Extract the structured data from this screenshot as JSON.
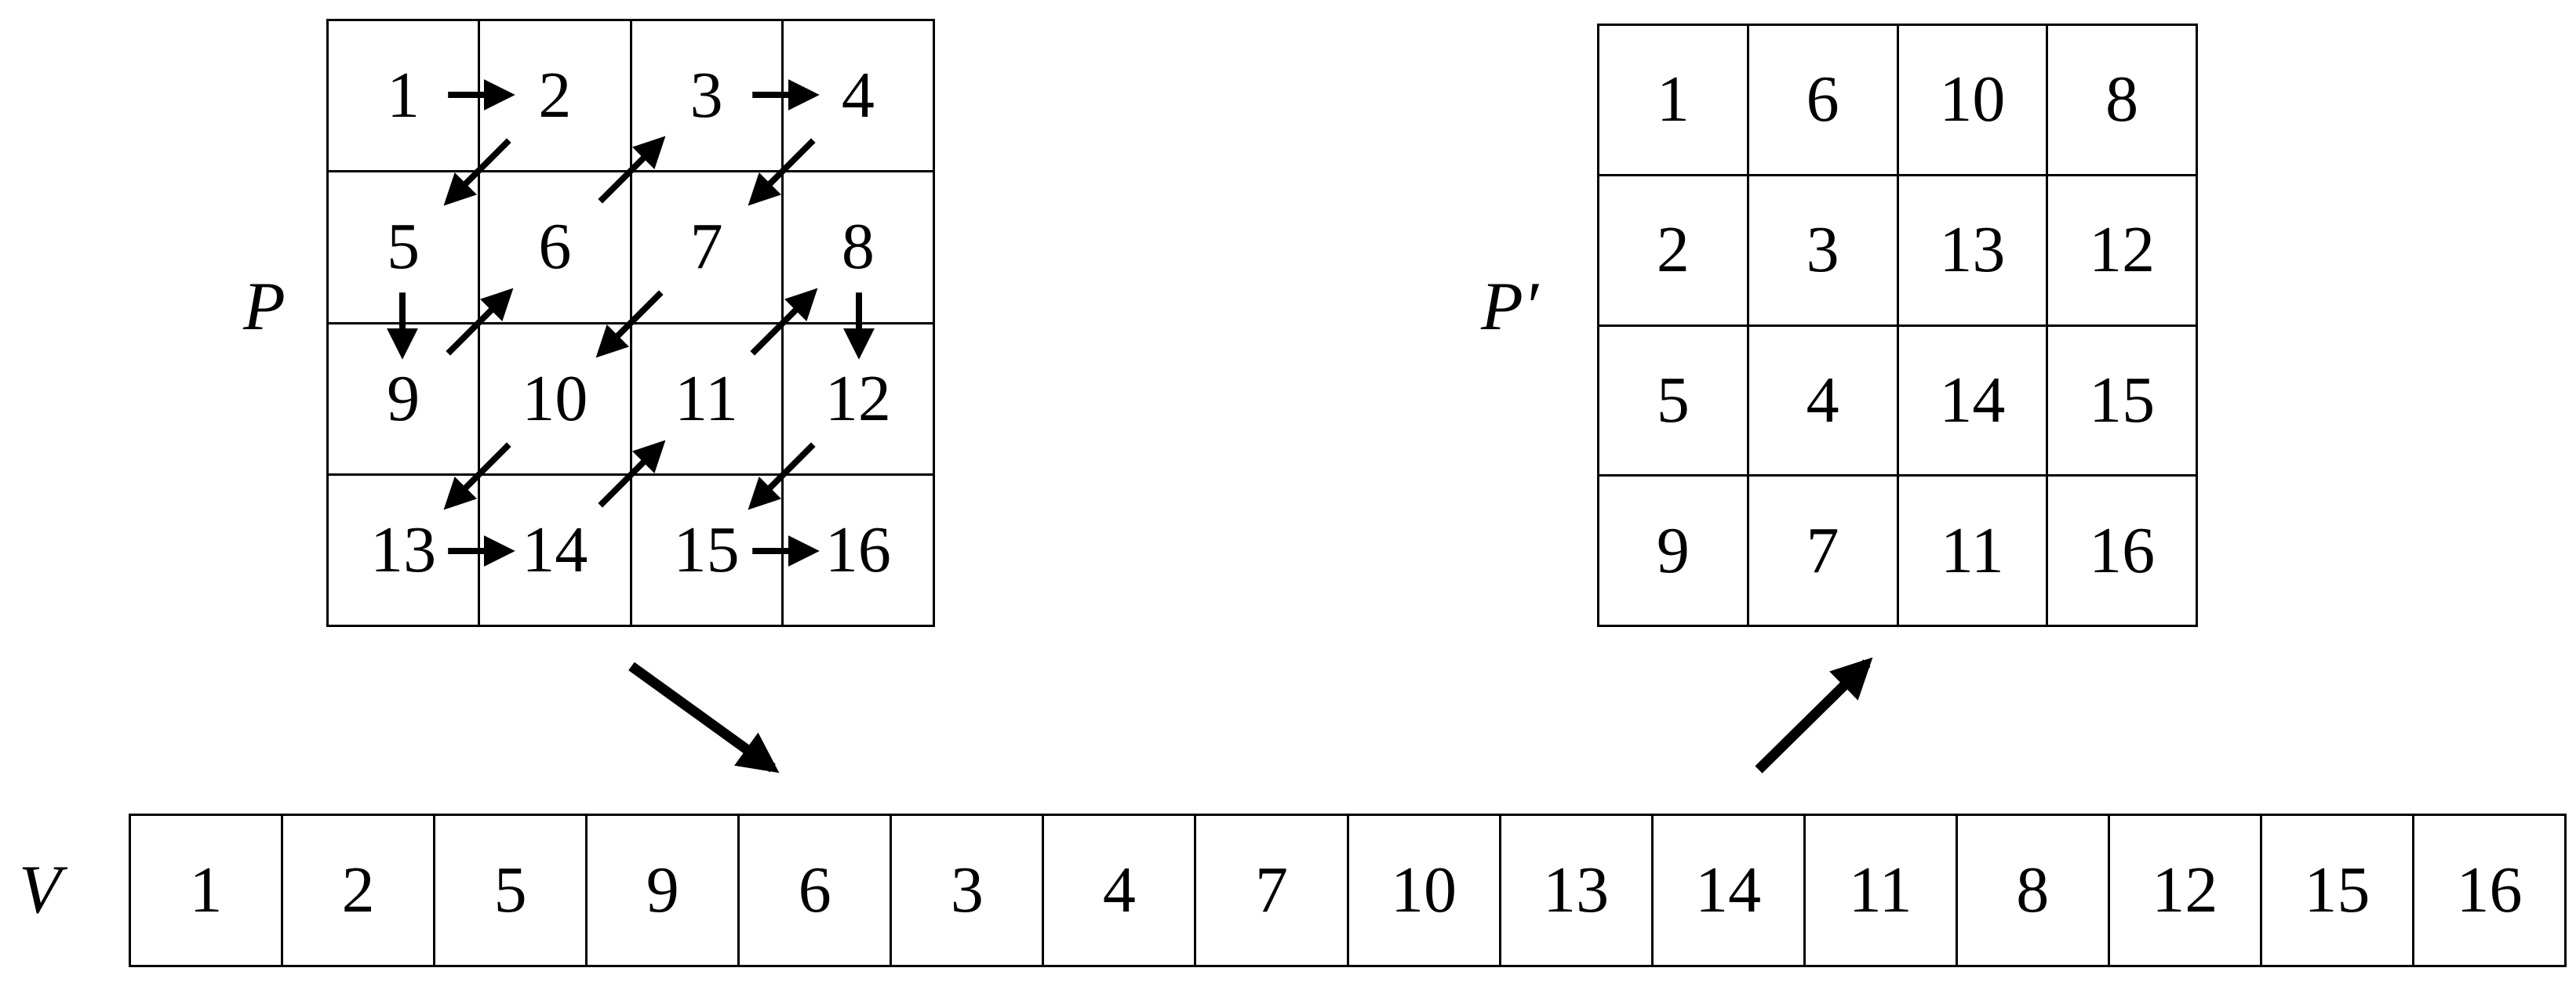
{
  "labels": {
    "p": "P",
    "p_prime": "P′",
    "v": "V"
  },
  "grid_p": [
    [
      "1",
      "2",
      "3",
      "4"
    ],
    [
      "5",
      "6",
      "7",
      "8"
    ],
    [
      "9",
      "10",
      "11",
      "12"
    ],
    [
      "13",
      "14",
      "15",
      "16"
    ]
  ],
  "grid_p_prime": [
    [
      "1",
      "6",
      "10",
      "8"
    ],
    [
      "2",
      "3",
      "13",
      "12"
    ],
    [
      "5",
      "4",
      "14",
      "15"
    ],
    [
      "9",
      "7",
      "11",
      "16"
    ]
  ],
  "array_v": [
    "1",
    "2",
    "5",
    "9",
    "6",
    "3",
    "4",
    "7",
    "10",
    "13",
    "14",
    "11",
    "8",
    "12",
    "15",
    "16"
  ],
  "zigzag_path": [
    1,
    2,
    5,
    9,
    6,
    3,
    4,
    7,
    10,
    13,
    14,
    11,
    8,
    12,
    15,
    16
  ]
}
